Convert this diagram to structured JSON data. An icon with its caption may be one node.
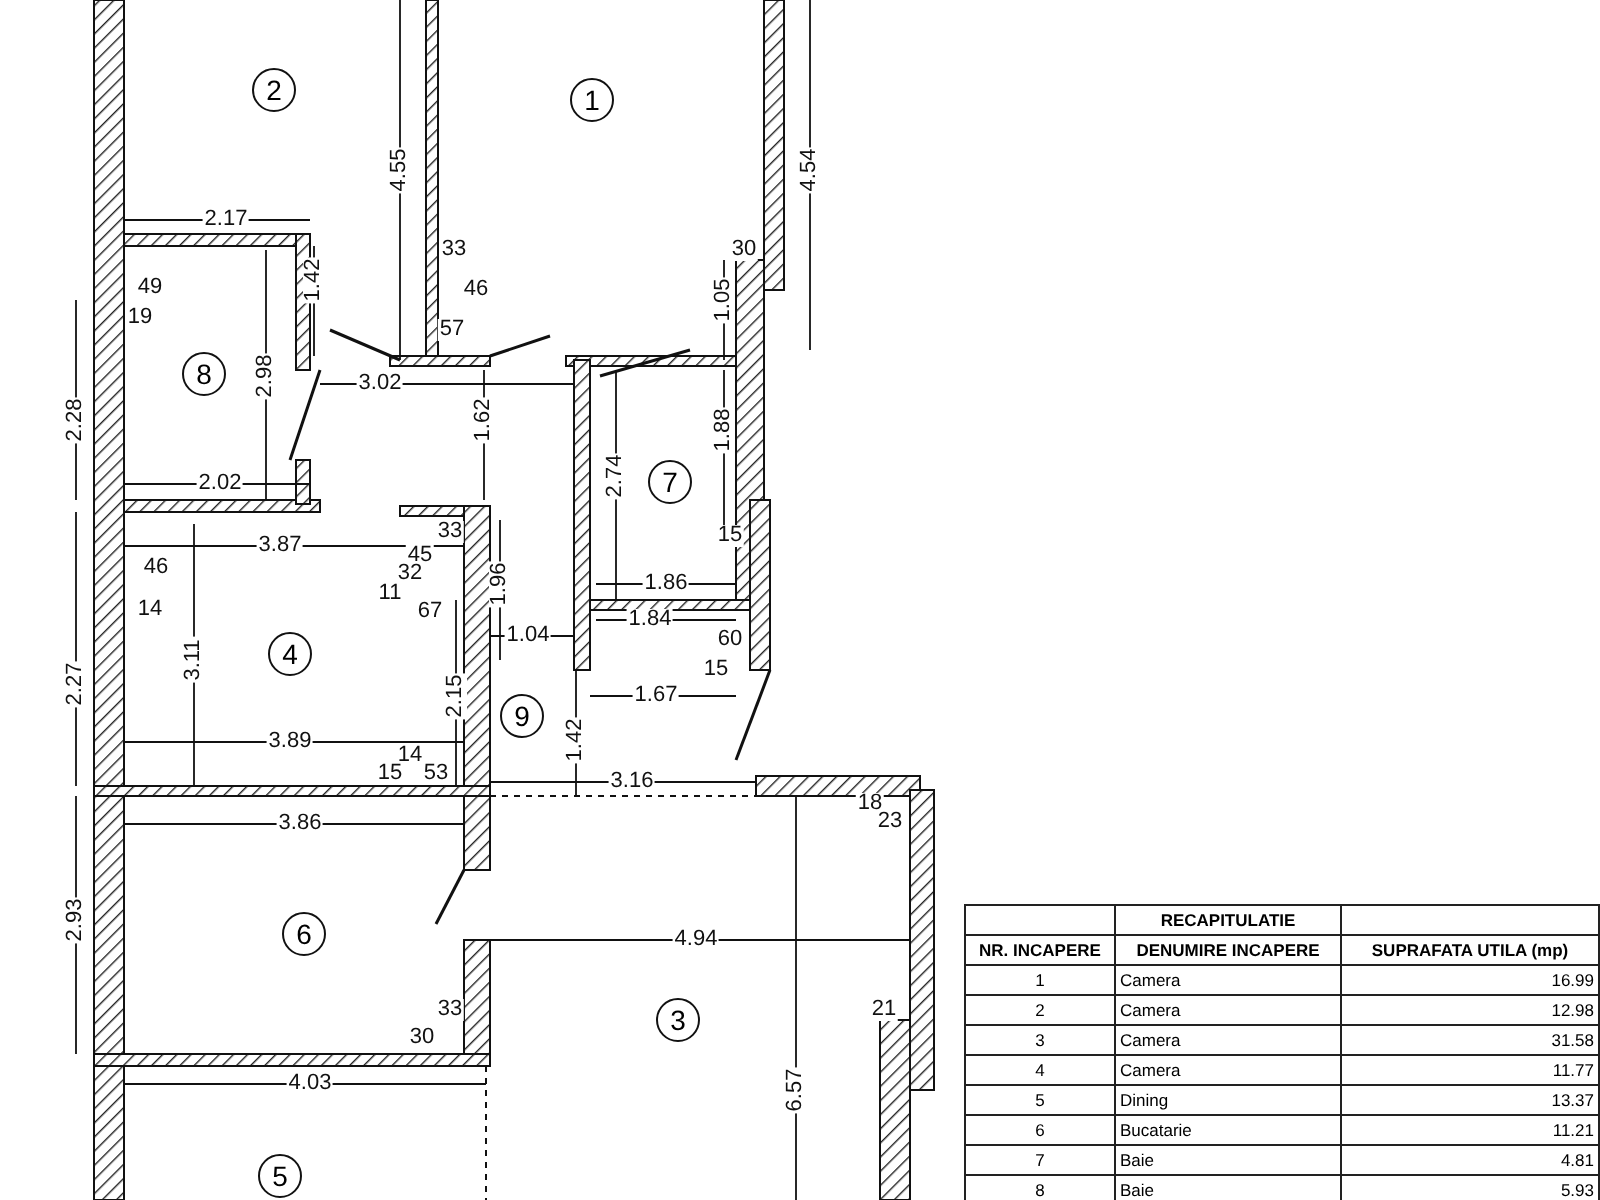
{
  "diagram": {
    "nodes": [
      {
        "text": [
          "2"
        ]
      },
      {
        "text": [
          "1"
        ]
      },
      {
        "text": [
          "8"
        ]
      },
      {
        "text": [
          "7"
        ]
      },
      {
        "text": [
          "4"
        ]
      },
      {
        "text": [
          "9"
        ]
      },
      {
        "text": [
          "6"
        ]
      },
      {
        "text": [
          "3"
        ]
      },
      {
        "text": [
          "5"
        ]
      }
    ],
    "edges": [],
    "labels": [
      "4.55",
      "4.54",
      "2.17",
      "33",
      "30",
      "1.42",
      "49",
      "46",
      "1.05",
      "19",
      "57",
      "2.98",
      "3.02",
      "2.28",
      "1.62",
      "2.74",
      "1.88",
      "2.02",
      "3.87",
      "33",
      "15",
      "45",
      "46",
      "32",
      "1.96",
      "11",
      "1.86",
      "14",
      "67",
      "1.84",
      "3.11",
      "1.04",
      "60",
      "2.15",
      "15",
      "1.67",
      "2.27",
      "1.42",
      "3.89",
      "14",
      "15",
      "53",
      "3.16",
      "18",
      "3.86",
      "23",
      "2.93",
      "4.94",
      "33",
      "21",
      "30",
      "6.57",
      "4.03",
      "RECAPITULATIE",
      "NR. INCAPERE",
      "DENUMIRE INCAPERE",
      "SUPRAFATA UTILA (mp)",
      "1",
      "Camera",
      "16.99",
      "2",
      "Camera",
      "12.98",
      "3",
      "Camera",
      "31.58",
      "4",
      "Camera",
      "11.77",
      "5",
      "Dining",
      "13.37",
      "6",
      "Bucatarie",
      "11.21",
      "7",
      "Baie",
      "4.81",
      "8",
      "Baie",
      "5.93"
    ]
  }
}
